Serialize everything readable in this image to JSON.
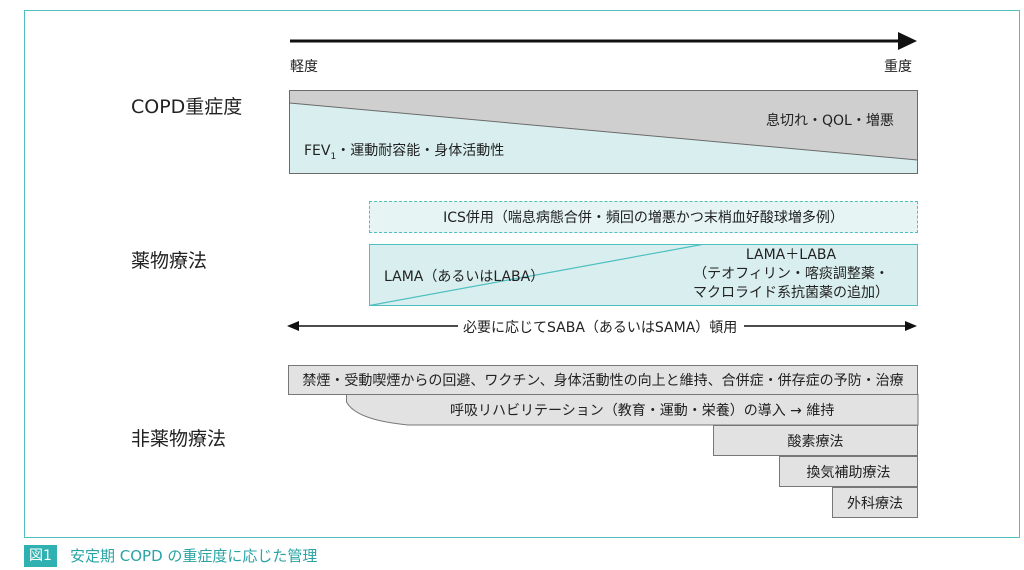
{
  "severity_arrow": {
    "mild": "軽度",
    "severe": "重度"
  },
  "sections": {
    "severity": "COPD重症度",
    "drug": "薬物療法",
    "nondrug": "非薬物療法"
  },
  "severity_bar": {
    "upper": "息切れ・QOL・増悪",
    "lower_prefix": "FEV",
    "lower_sub": "1",
    "lower_rest": "・運動耐容能・身体活動性"
  },
  "drug": {
    "ics": "ICS併用（喘息病態合併・頻回の増悪かつ末梢血好酸球増多例）",
    "lama": "LAMA（あるいはLABA）",
    "lama_laba_l1": "LAMA＋LABA",
    "lama_laba_l2": "（テオフィリン・喀痰調整薬・",
    "lama_laba_l3": "マクロライド系抗菌薬の追加）",
    "prn": "必要に応じてSABA（あるいはSAMA）頓用"
  },
  "nondrug": {
    "step1": "禁煙・受動喫煙からの回避、ワクチン、身体活動性の向上と維持、合併症・併存症の予防・治療",
    "step2": "呼吸リハビリテーション（教育・運動・栄養）の導入 → 維持",
    "step3": "酸素療法",
    "step4": "換気補助療法",
    "step5": "外科療法"
  },
  "caption": {
    "label": "図1",
    "text": "安定期 COPD の重症度に応じた管理"
  },
  "colors": {
    "teal_fill": "#d9efef",
    "teal_border": "#4fbfc0",
    "grey_fill": "#cfcfd0",
    "caption_teal": "#2fb0b1"
  }
}
